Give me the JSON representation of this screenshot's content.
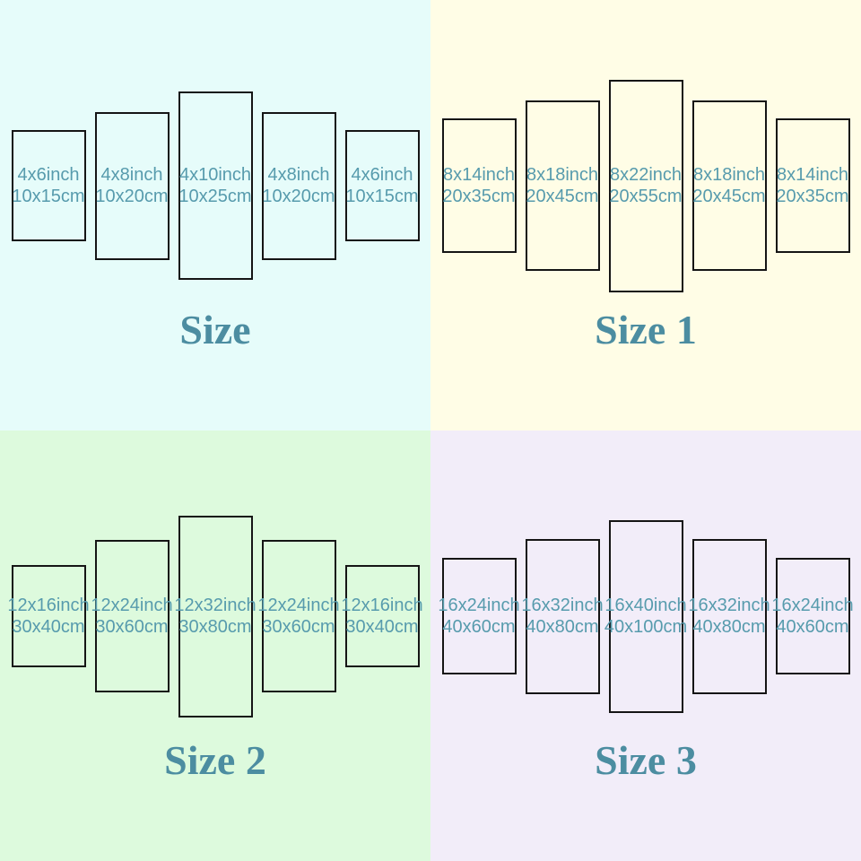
{
  "colors": {
    "quadrant_backgrounds": [
      "#e6fcfa",
      "#fffde6",
      "#ddfadd",
      "#f2edf9"
    ],
    "label_text": "#579bad",
    "title_text": "#4c8da1",
    "panel_border": "#151515"
  },
  "quadrants": [
    {
      "title": "Size",
      "panels": [
        {
          "inch": "4x6inch",
          "cm": "10x15cm"
        },
        {
          "inch": "4x8inch",
          "cm": "10x20cm"
        },
        {
          "inch": "4x10inch",
          "cm": "10x25cm"
        },
        {
          "inch": "4x8inch",
          "cm": "10x20cm"
        },
        {
          "inch": "4x6inch",
          "cm": "10x15cm"
        }
      ]
    },
    {
      "title": "Size 1",
      "panels": [
        {
          "inch": "8x14inch",
          "cm": "20x35cm"
        },
        {
          "inch": "8x18inch",
          "cm": "20x45cm"
        },
        {
          "inch": "8x22inch",
          "cm": "20x55cm"
        },
        {
          "inch": "8x18inch",
          "cm": "20x45cm"
        },
        {
          "inch": "8x14inch",
          "cm": "20x35cm"
        }
      ]
    },
    {
      "title": "Size 2",
      "panels": [
        {
          "inch": "12x16inch",
          "cm": "30x40cm"
        },
        {
          "inch": "12x24inch",
          "cm": "30x60cm"
        },
        {
          "inch": "12x32inch",
          "cm": "30x80cm"
        },
        {
          "inch": "12x24inch",
          "cm": "30x60cm"
        },
        {
          "inch": "12x16inch",
          "cm": "30x40cm"
        }
      ]
    },
    {
      "title": "Size 3",
      "panels": [
        {
          "inch": "16x24inch",
          "cm": "40x60cm"
        },
        {
          "inch": "16x32inch",
          "cm": "40x80cm"
        },
        {
          "inch": "16x40inch",
          "cm": "40x100cm"
        },
        {
          "inch": "16x32inch",
          "cm": "40x80cm"
        },
        {
          "inch": "16x24inch",
          "cm": "40x60cm"
        }
      ]
    }
  ]
}
